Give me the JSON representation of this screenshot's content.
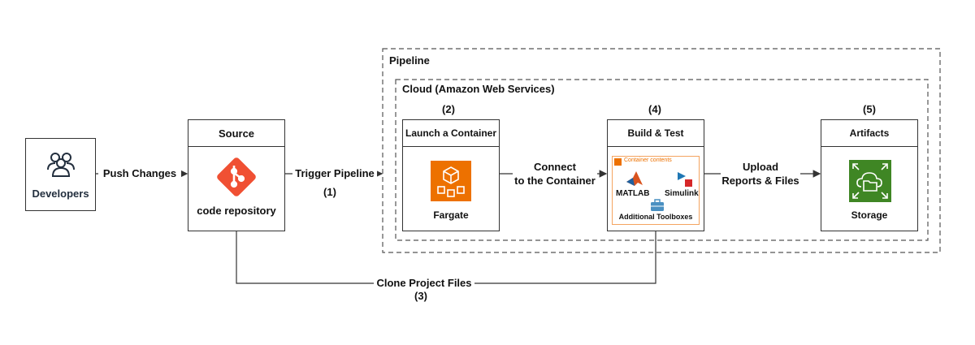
{
  "developers": {
    "label": "Developers"
  },
  "source": {
    "title": "Source",
    "label": "code repository"
  },
  "pipeline": {
    "title": "Pipeline"
  },
  "cloud": {
    "title": "Cloud (Amazon Web Services)"
  },
  "launch": {
    "step": "(2)",
    "title": "Launch a Container",
    "label": "Fargate"
  },
  "build": {
    "step": "(4)",
    "title": "Build & Test",
    "container_contents": "Container contents",
    "matlab": "MATLAB",
    "simulink": "Simulink",
    "toolboxes": "Additional Toolboxes"
  },
  "artifacts": {
    "step": "(5)",
    "title": "Artifacts",
    "label": "Storage"
  },
  "arrows": {
    "push": "Push Changes",
    "trigger": "Trigger Pipeline",
    "trigger_step": "(1)",
    "connect_1": "Connect",
    "connect_2": "to the Container",
    "upload_1": "Upload",
    "upload_2": "Reports & Files",
    "clone": "Clone Project Files",
    "clone_step": "(3)"
  },
  "colors": {
    "navy": "#232f3e",
    "git": "#f05033",
    "fargate": "#ed7100",
    "storage": "#3f8624",
    "container_border": "#f4a460",
    "matlab": "#d9531e",
    "simulink": "#1f77b4"
  },
  "icons": [
    "users-icon",
    "git-icon",
    "fargate-icon",
    "matlab-icon",
    "simulink-icon",
    "toolbox-icon",
    "storage-icon"
  ]
}
